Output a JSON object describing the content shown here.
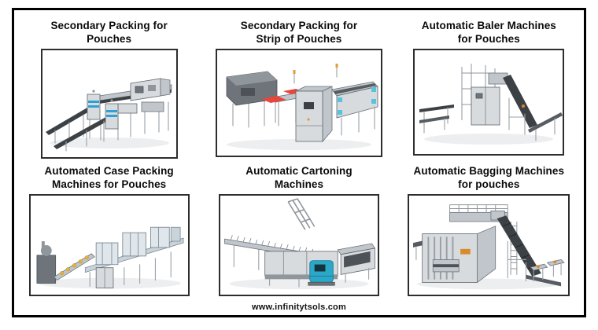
{
  "footer": {
    "website_label": "www.infinitytsols.com"
  },
  "cards": [
    {
      "id": "secondary-packing-pouches",
      "title_line1": "Secondary Packing for",
      "title_line2": "Pouches",
      "illustration": "pouch-secondary-packing-line-illustration"
    },
    {
      "id": "secondary-packing-strip-pouches",
      "title_line1": "Secondary Packing for",
      "title_line2": "Strip of Pouches",
      "illustration": "strip-pouch-packing-machine-illustration"
    },
    {
      "id": "automatic-baler-pouches",
      "title_line1": "Automatic Baler Machines",
      "title_line2": "for Pouches",
      "illustration": "baler-machine-illustration"
    },
    {
      "id": "automated-case-packing-pouches",
      "title_line1": "Automated Case Packing",
      "title_line2": "Machines for Pouches",
      "illustration": "case-packing-line-illustration"
    },
    {
      "id": "automatic-cartoning",
      "title_line1": "Automatic Cartoning",
      "title_line2": "Machines",
      "illustration": "cartoning-machine-illustration"
    },
    {
      "id": "automatic-bagging-pouches",
      "title_line1": "Automatic Bagging Machines",
      "title_line2": "for pouches",
      "illustration": "bagging-machine-illustration"
    }
  ],
  "colors": {
    "page_border": "#000000",
    "image_frame_border": "#2d2d2d",
    "title_text": "#0a0a0a",
    "accent_blue": "#2f9fd6",
    "accent_cyan": "#55c4dc",
    "accent_red": "#e8453c",
    "accent_yellow": "#e3b23a",
    "accent_teal": "#2ba8c8",
    "accent_orange": "#d98a2b"
  }
}
